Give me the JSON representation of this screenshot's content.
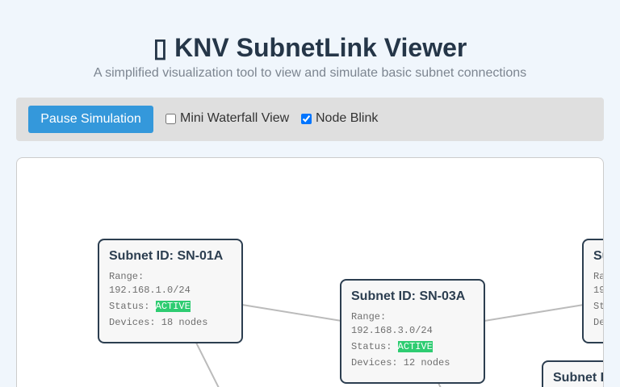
{
  "header": {
    "icon": "▯",
    "title": "KNV SubnetLink Viewer",
    "subtitle": "A simplified visualization tool to view and simulate basic subnet connections"
  },
  "controls": {
    "pause_label": "Pause Simulation",
    "waterfall_label": "Mini Waterfall View",
    "waterfall_checked": false,
    "blink_label": "Node Blink",
    "blink_checked": true
  },
  "nodes": [
    {
      "title": "Subnet ID: SN-01A",
      "range_label": "Range:",
      "range": "192.168.1.0/24",
      "status_label": "Status:",
      "status": "ACTIVE",
      "devices": "Devices: 18 nodes"
    },
    {
      "title": "Subnet ID: SN-03A",
      "range_label": "Range:",
      "range": "192.168.3.0/24",
      "status_label": "Status:",
      "status": "ACTIVE",
      "devices": "Devices: 12 nodes"
    },
    {
      "title": "Su",
      "range_label": "Ra",
      "range": "19",
      "status_label": "St",
      "devices": "De"
    },
    {
      "title": "Subnet I"
    }
  ],
  "colors": {
    "accent": "#3498db",
    "active": "#2ecc71",
    "card_border": "#2c3e50"
  }
}
